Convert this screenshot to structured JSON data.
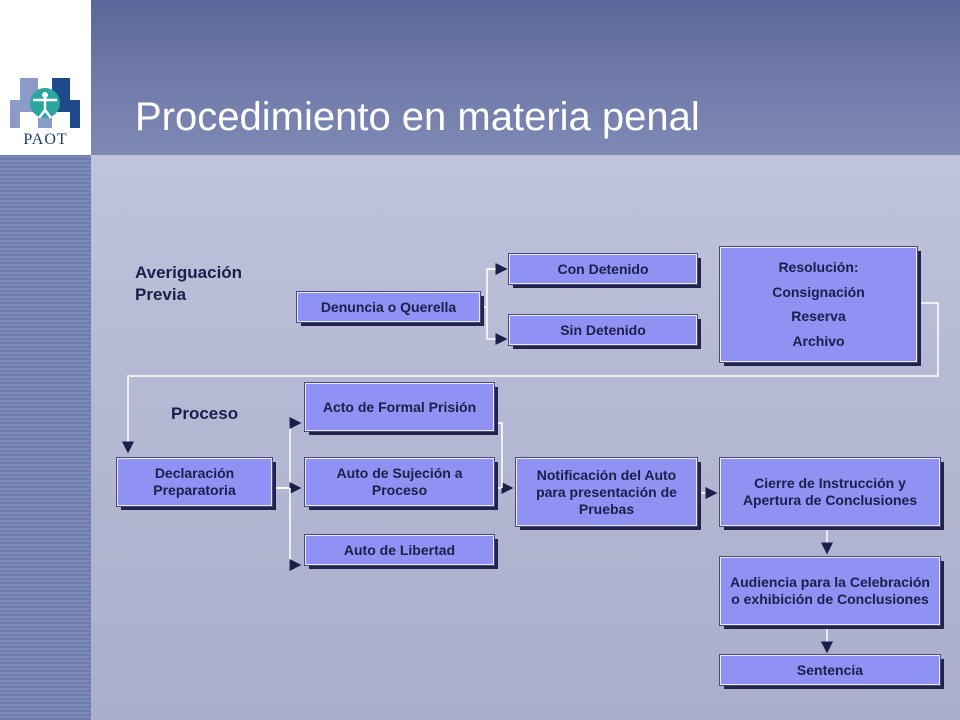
{
  "slide": {
    "title": "Procedimiento en materia penal",
    "logo_text": "PAOT"
  },
  "phases": {
    "averiguacion": "Averiguación Previa",
    "proceso": "Proceso"
  },
  "nodes": {
    "denuncia": "Denuncia o Querella",
    "con_detenido": "Con Detenido",
    "sin_detenido": "Sin Detenido",
    "resolucion": [
      "Resolución:",
      "Consignación",
      "Reserva",
      "Archivo"
    ],
    "declaracion": "Declaración Preparatoria",
    "formal_prision": "Acto de Formal Prisión",
    "sujecion": "Auto de Sujeción a Proceso",
    "libertad": "Auto de Libertad",
    "notificacion": "Notificación del Auto para presentación de Pruebas",
    "cierre": "Cierre de Instrucción y Apertura de Conclusiones",
    "audiencia": "Audiencia para la Celebración o exhibición de Conclusiones",
    "sentencia": "Sentencia"
  },
  "colors": {
    "box_fill": "#8f91f3",
    "connector": "#ffffff",
    "text": "#1b1f4a"
  }
}
